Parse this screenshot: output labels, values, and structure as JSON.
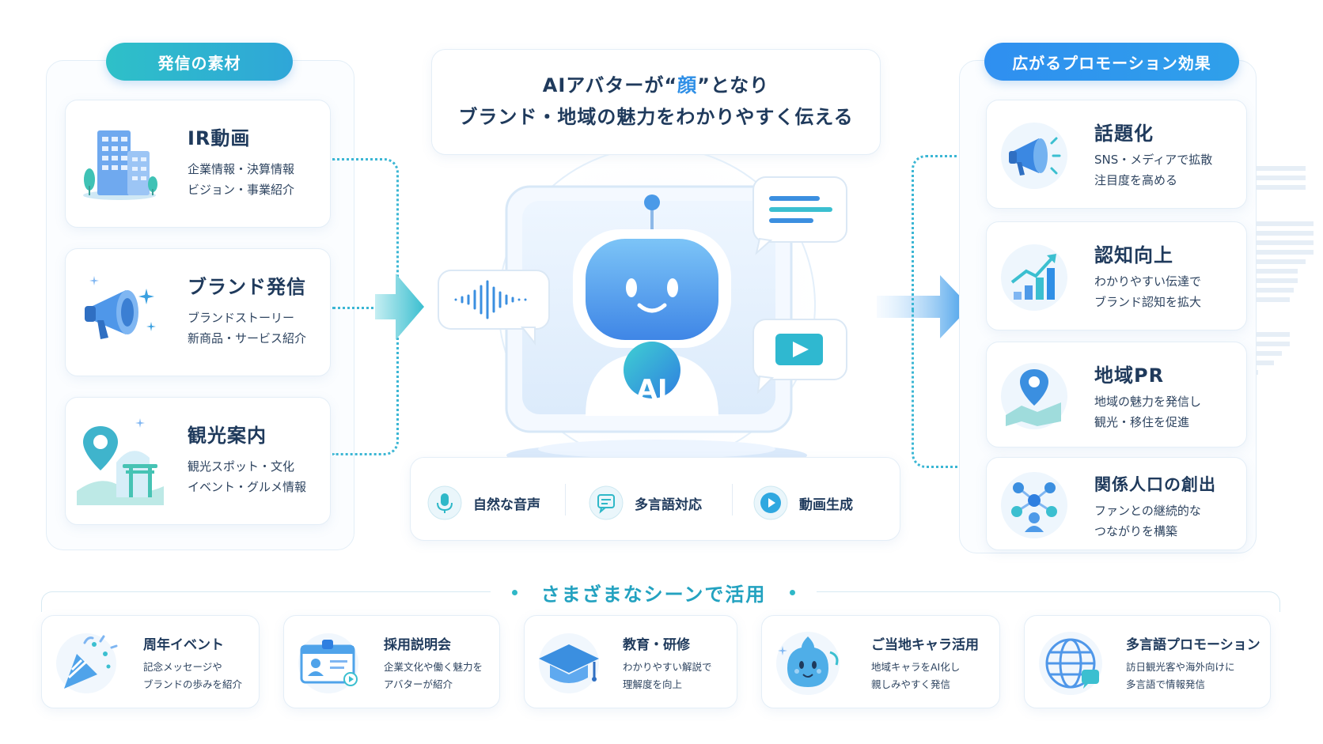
{
  "left": {
    "header": "発信の素材",
    "items": [
      {
        "title": "IR動画",
        "lines": [
          "企業情報・決算情報",
          "ビジョン・事業紹介"
        ],
        "icon": "office-building-icon"
      },
      {
        "title": "ブランド発信",
        "lines": [
          "ブランドストーリー",
          "新商品・サービス紹介"
        ],
        "icon": "megaphone-icon"
      },
      {
        "title": "観光案内",
        "lines": [
          "観光スポット・文化",
          "イベント・グルメ情報"
        ],
        "icon": "torii-map-pin-icon"
      }
    ]
  },
  "center": {
    "headline_pre": "AIアバターが“",
    "headline_em": "顔",
    "headline_post": "”となり",
    "headline_line2": "ブランド・地域の魅力をわかりやすく伝える",
    "avatar_badge": "AI",
    "features": [
      {
        "label": "自然な音声",
        "icon": "microphone-icon"
      },
      {
        "label": "多言語対応",
        "icon": "chat-translate-icon"
      },
      {
        "label": "動画生成",
        "icon": "play-icon"
      }
    ]
  },
  "right": {
    "header": "広がるプロモーション効果",
    "items": [
      {
        "title": "話題化",
        "lines": [
          "SNS・メディアで拡散",
          "注目度を高める"
        ],
        "icon": "megaphone-icon"
      },
      {
        "title": "認知向上",
        "lines": [
          "わかりやすい伝達で",
          "ブランド認知を拡大"
        ],
        "icon": "growth-chart-icon"
      },
      {
        "title": "地域PR",
        "lines": [
          "地域の魅力を発信し",
          "観光・移住を促進"
        ],
        "icon": "map-pin-icon"
      },
      {
        "title": "関係人口の創出",
        "lines": [
          "ファンとの継続的な",
          "つながりを構築"
        ],
        "icon": "network-people-icon"
      }
    ]
  },
  "scenes": {
    "header": "さまざまなシーンで活用",
    "items": [
      {
        "title": "周年イベント",
        "lines": [
          "記念メッセージや",
          "ブランドの歩みを紹介"
        ],
        "icon": "party-popper-icon"
      },
      {
        "title": "採用説明会",
        "lines": [
          "企業文化や働く魅力を",
          "アバターが紹介"
        ],
        "icon": "id-card-icon"
      },
      {
        "title": "教育・研修",
        "lines": [
          "わかりやすい解説で",
          "理解度を向上"
        ],
        "icon": "graduation-cap-icon"
      },
      {
        "title": "ご当地キャラ活用",
        "lines": [
          "地域キャラをAI化し",
          "親しみやすく発信"
        ],
        "icon": "mascot-icon"
      },
      {
        "title": "多言語プロモーション",
        "lines": [
          "訪日観光客や海外向けに",
          "多言語で情報発信"
        ],
        "icon": "globe-icon"
      }
    ]
  },
  "colors": {
    "teal": "#2fb8c8",
    "blue": "#2f8fe6",
    "navy": "#1f3a5c",
    "accent_text": "#23a2c0"
  }
}
